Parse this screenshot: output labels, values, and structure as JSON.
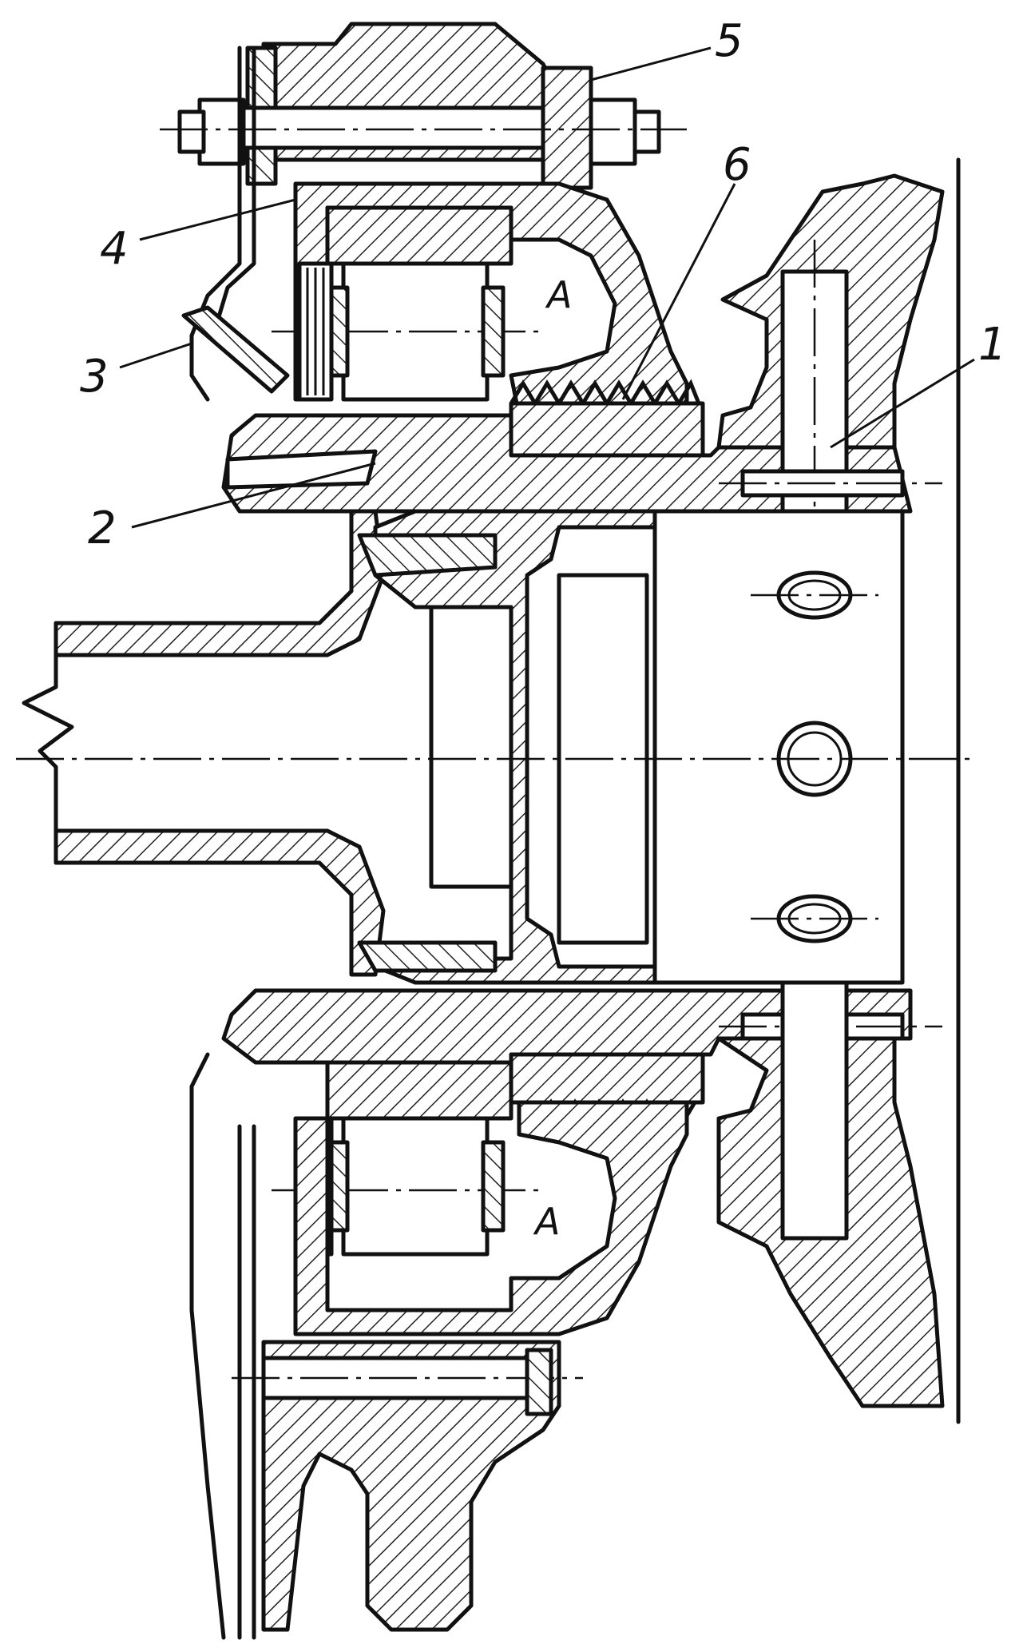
{
  "callouts": [
    {
      "id": "1",
      "text": "1"
    },
    {
      "id": "2",
      "text": "2"
    },
    {
      "id": "3",
      "text": "3"
    },
    {
      "id": "4",
      "text": "4"
    },
    {
      "id": "5",
      "text": "5"
    },
    {
      "id": "6",
      "text": "6"
    }
  ],
  "cavity_labels": [
    {
      "text": "A"
    },
    {
      "text": "A"
    }
  ]
}
